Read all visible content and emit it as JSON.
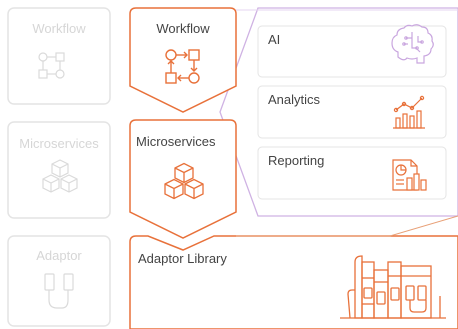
{
  "faded_column": {
    "items": [
      {
        "label": "Workflow",
        "icon": "workflow-icon"
      },
      {
        "label": "Microservices",
        "icon": "cubes-icon"
      },
      {
        "label": "Adaptor",
        "icon": "usb-cable-icon"
      }
    ]
  },
  "active_column": {
    "workflow": {
      "label": "Workflow",
      "icon": "workflow-icon"
    },
    "microservices": {
      "label": "Microservices",
      "icon": "cubes-icon"
    },
    "adaptor_library": {
      "label": "Adaptor Library",
      "icon": "library-books-icon"
    }
  },
  "service_panel": {
    "items": [
      {
        "label": "AI",
        "icon": "brain-icon"
      },
      {
        "label": "Analytics",
        "icon": "analytics-chart-icon"
      },
      {
        "label": "Reporting",
        "icon": "report-icon"
      }
    ]
  },
  "colors": {
    "orange_accent": "#e8713a",
    "violet_accent": "#c9a6df",
    "faded_gray": "#e2e2e2",
    "text_dark": "#444444",
    "text_faded": "#d6d6d6"
  }
}
